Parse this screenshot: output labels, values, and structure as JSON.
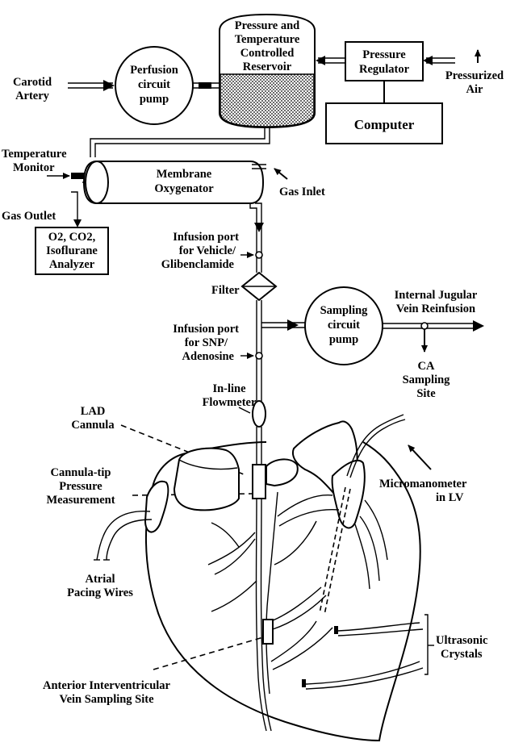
{
  "labels": {
    "reservoir": [
      "Pressure and",
      "Temperature",
      "Controlled",
      "Reservoir"
    ],
    "pressure_regulator": [
      "Pressure",
      "Regulator"
    ],
    "computer": "Computer",
    "pressurized_air": [
      "Pressurized",
      "Air"
    ],
    "carotid_artery": [
      "Carotid",
      "Artery"
    ],
    "perfusion_pump": [
      "Perfusion",
      "circuit",
      "pump"
    ],
    "temperature_monitor": [
      "Temperature",
      "Monitor"
    ],
    "oxygenator": [
      "Membrane",
      "Oxygenator"
    ],
    "gas_inlet": "Gas Inlet",
    "gas_outlet": "Gas Outlet",
    "analyzer": [
      "O2, CO2,",
      "Isoflurane",
      "Analyzer"
    ],
    "infusion_vehicle": [
      "Infusion port",
      "for Vehicle/",
      "Glibenclamide"
    ],
    "filter": "Filter",
    "internal_jugular": [
      "Internal Jugular",
      "Vein Reinfusion"
    ],
    "sampling_pump": [
      "Sampling",
      "circuit",
      "pump"
    ],
    "infusion_snp": [
      "Infusion port",
      "for SNP/",
      "Adenosine"
    ],
    "ca_sampling": [
      "CA",
      "Sampling",
      "Site"
    ],
    "flowmeter": [
      "In-line",
      "Flowmeter"
    ],
    "lad_cannula": [
      "LAD",
      "Cannula"
    ],
    "micromanometer": [
      "Micromanometer",
      "in LV"
    ],
    "cannula_tip": [
      "Cannula-tip",
      "Pressure",
      "Measurement"
    ],
    "atrial_pacing": [
      "Atrial",
      "Pacing Wires"
    ],
    "ultrasonic": [
      "Ultrasonic",
      "Crystals"
    ],
    "aiv_sampling": [
      "Anterior Interventricular",
      "Vein Sampling Site"
    ]
  }
}
